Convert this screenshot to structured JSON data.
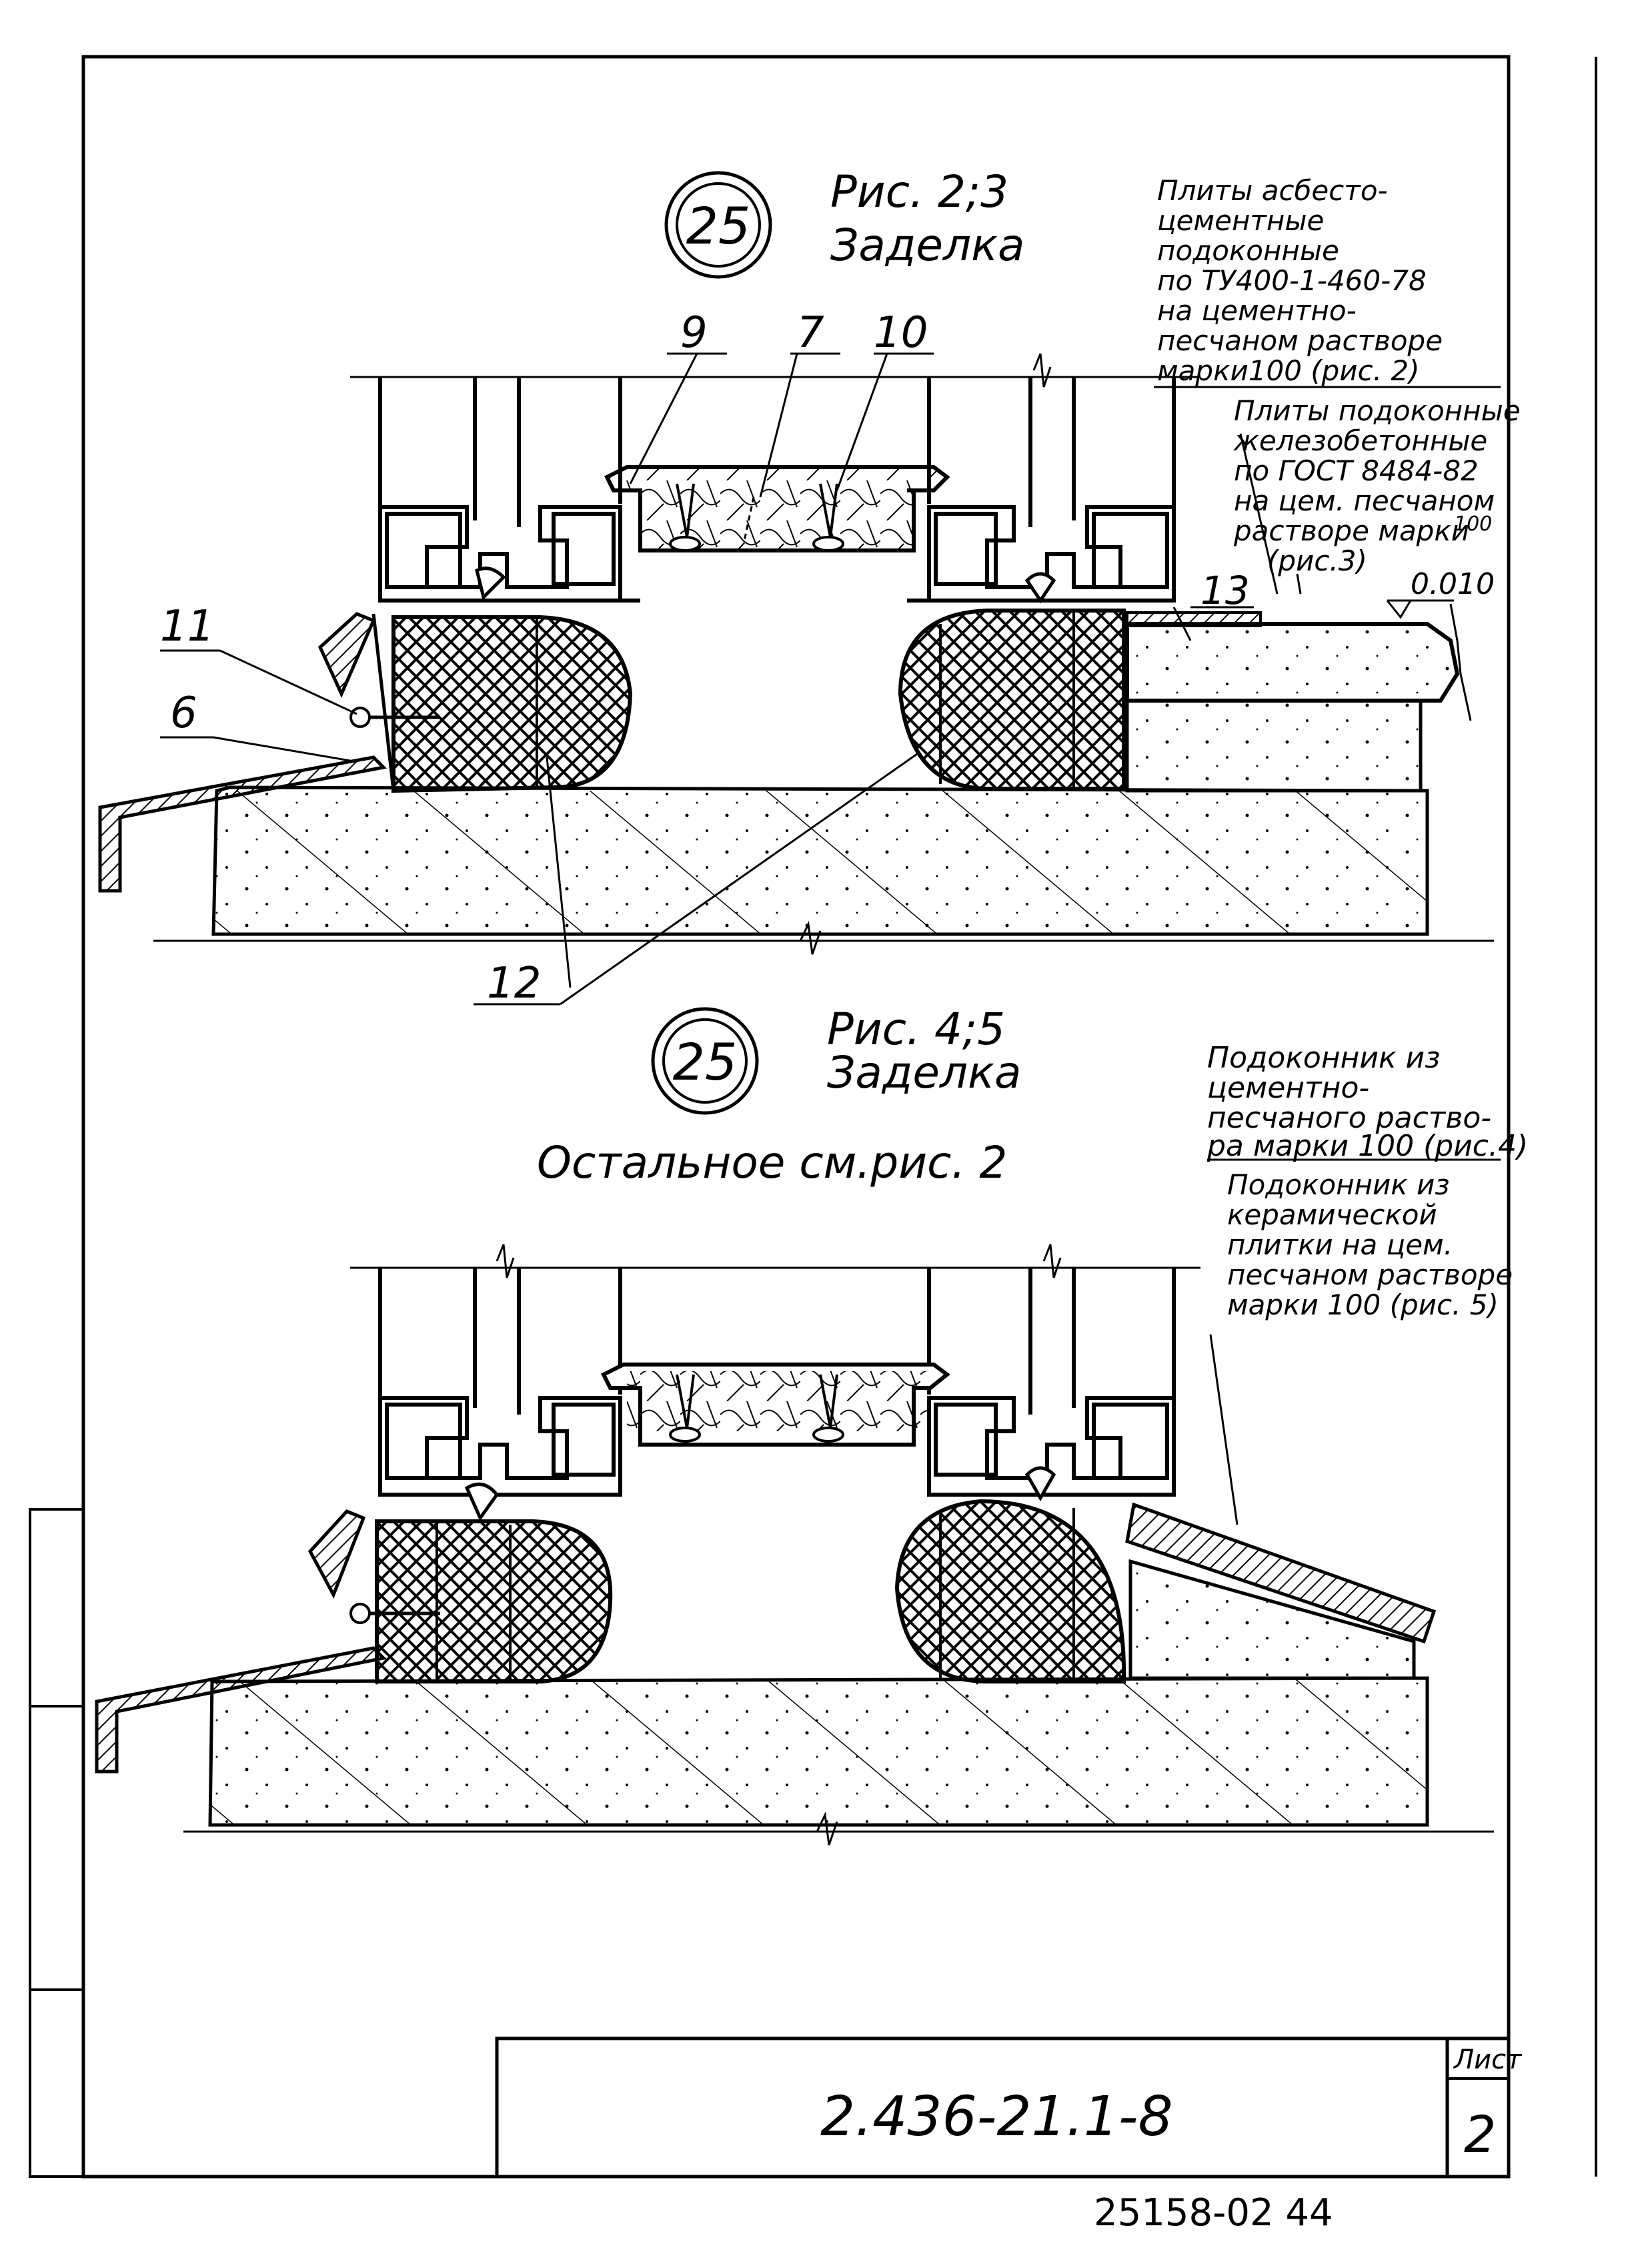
{
  "fig_top": {
    "ref_circle": "25",
    "caption": "Рис. 2;3",
    "subcaption": "Заделка",
    "callouts": [
      "9",
      "7",
      "10",
      "11",
      "6",
      "12",
      "13"
    ],
    "level_mark": "0.010",
    "note_asbestos": [
      "Плиты асбесто-",
      "цементные",
      "подоконные",
      "по ТУ400-1-460-78",
      "на цементно-",
      "песчаном растворе",
      "марки100 (рис. 2)"
    ],
    "note_concrete": [
      "Плиты подоконные",
      "железобетонные",
      "по ГОСТ 8484-82",
      "на цем. песчаном",
      "растворе марки",
      "100",
      "(рис.3)"
    ]
  },
  "fig_bottom": {
    "ref_circle": "25",
    "caption": "Рис. 4;5",
    "subcaption": "Заделка",
    "rest_note": "Остальное см.рис. 2",
    "note_mortar": [
      "Подоконник из",
      "цементно-",
      "песчаного раство-",
      "ра марки 100 (рис.4)"
    ],
    "note_ceramic": [
      "Подоконник из",
      "керамической",
      "плитки на цем.",
      "песчаном растворе",
      "марки 100 (рис. 5)"
    ]
  },
  "title_block": {
    "doc_number": "2.436-21.1-8",
    "sheet_label": "Лист",
    "sheet_number": "2"
  },
  "stamp": "25158-02  44"
}
